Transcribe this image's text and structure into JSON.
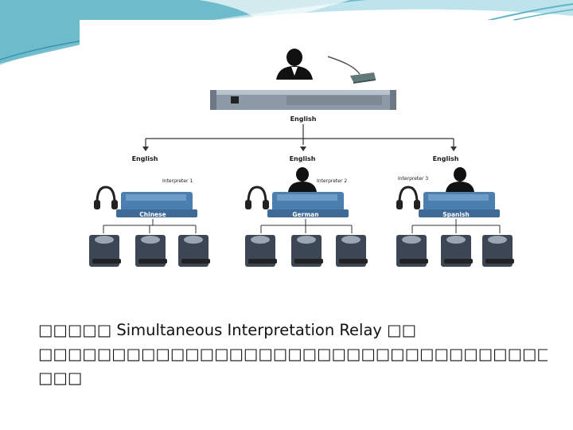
{
  "diagram": {
    "master_label": "English",
    "branches": [
      {
        "input_label": "English",
        "interpreter_label": "Interpreter 1",
        "console_label": "Chinese"
      },
      {
        "input_label": "English",
        "interpreter_label": "Interpreter 2",
        "console_label": "German"
      },
      {
        "input_label": "English",
        "interpreter_label": "Interpreter 3",
        "console_label": "Spanish"
      }
    ]
  },
  "caption": {
    "line1_prefix": "□□□□□",
    "line1_term": "Simultaneous Interpretation Relay",
    "line1_suffix": "□□",
    "line2": "□□□□□□□□□□□□□□□□□□□□□□□□□□□□□□□□□□□□□□",
    "line3": "□□□"
  },
  "colors": {
    "swoosh": "#5fb4c6",
    "person": "#111111",
    "console": "#4a7fb0",
    "rack": "#8c99a6",
    "receiver": "#3c4654"
  }
}
